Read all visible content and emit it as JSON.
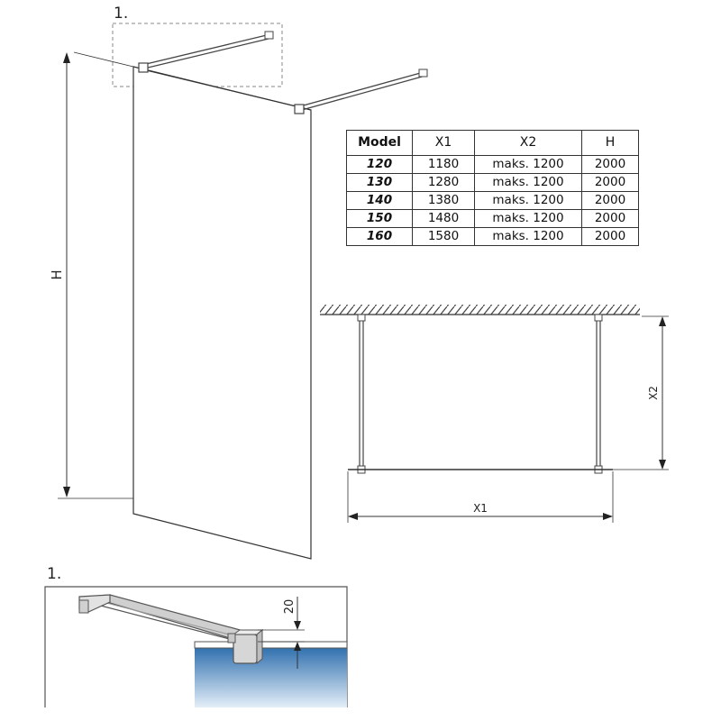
{
  "labels": {
    "detail_marker_top": "1.",
    "detail_marker_bottom": "1.",
    "height_dim": "H",
    "width_dim": "X1",
    "depth_dim": "X2",
    "gap_dim": "20"
  },
  "table": {
    "headers": [
      "Model",
      "X1",
      "X2",
      "H"
    ],
    "rows": [
      [
        "120",
        "1180",
        "maks. 1200",
        "2000"
      ],
      [
        "130",
        "1280",
        "maks. 1200",
        "2000"
      ],
      [
        "140",
        "1380",
        "maks. 1200",
        "2000"
      ],
      [
        "150",
        "1480",
        "maks. 1200",
        "2000"
      ],
      [
        "160",
        "1580",
        "maks. 1200",
        "2000"
      ]
    ]
  },
  "colors": {
    "line": "#333333",
    "glass_top": "#2f6fae",
    "glass_bottom": "#e4eef8",
    "detail_frame": "#555555"
  }
}
